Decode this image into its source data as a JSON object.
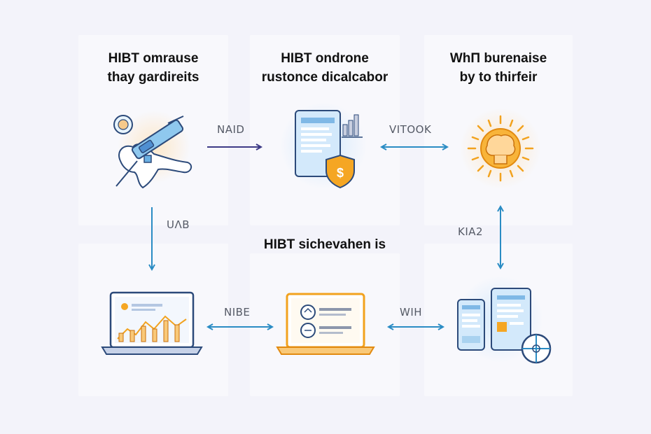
{
  "panels": {
    "p1_title": [
      "HIBT omrause",
      "thay gardireits"
    ],
    "p2_title": [
      "HIBT ondrone",
      "rustonce dicalcabor"
    ],
    "p3_title": [
      "WhΠ burenaise",
      "by to thirfeir"
    ],
    "center_title": "HIBT sichevahen is"
  },
  "arrow_labels": {
    "a1": "NAID",
    "a2": "VITOOK",
    "a3": "UΛB",
    "a4": "KIA2",
    "a5": "NIBE",
    "a6": "WIH"
  },
  "icons": {
    "p1": "wrench-tool-icon",
    "p2": "document-shield-icon",
    "p3": "sun-brain-icon",
    "p4": "laptop-chart-icon",
    "p5": "laptop-document-icon",
    "p6": "devices-crosshair-icon"
  },
  "colors": {
    "arrow_dark": "#3d3a86",
    "arrow_blue": "#2a8cc4",
    "orange": "#f2a21e",
    "blue_light": "#bfe0f7"
  }
}
